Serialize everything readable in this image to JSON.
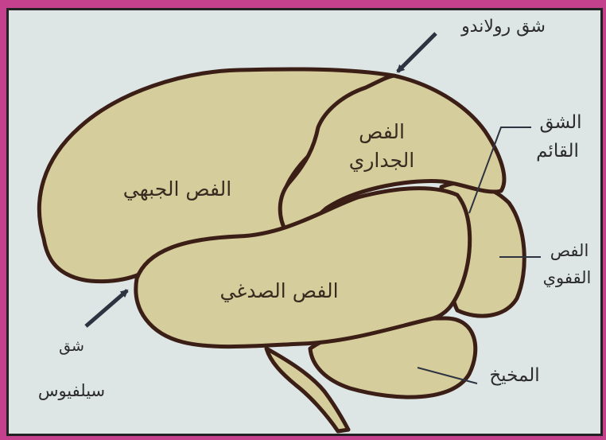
{
  "colors": {
    "frame": "#c4418e",
    "background": "#dde6e4",
    "lobe_fill": "#d6cd9c",
    "outline": "#3b1f16"
  },
  "labels": {
    "frontal_lobe": "الفص الجبهي",
    "parietal_lobe_line1": "الفص",
    "parietal_lobe_line2": "الجداري",
    "temporal_lobe": "الفص الصدغي",
    "occipital_lobe_line1": "الفص",
    "occipital_lobe_line2": "القفوي",
    "cerebellum": "المخيخ",
    "rolando_fissure": "شق رولاندو",
    "vertical_fissure_line1": "الشق",
    "vertical_fissure_line2": "القائم",
    "sylvius_fissure_line1": "شق",
    "sylvius_fissure_line2": "سيلفيوس"
  }
}
